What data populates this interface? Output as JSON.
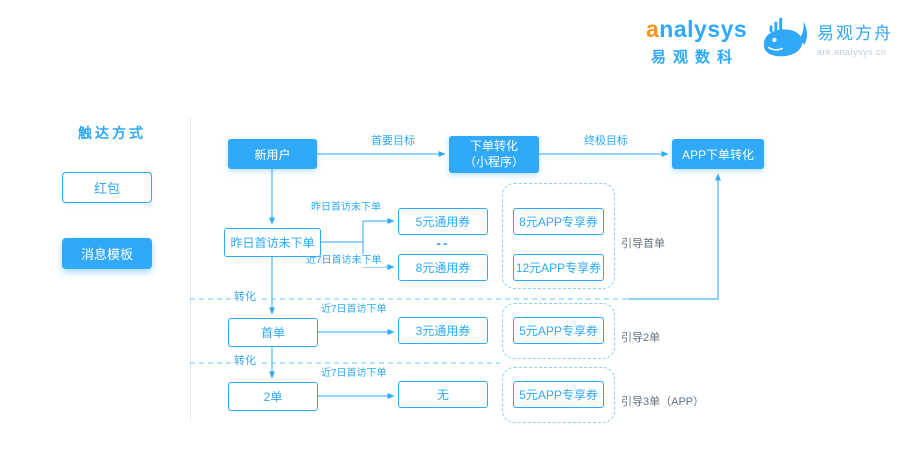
{
  "colors": {
    "accent_blue": "#2fa9f8",
    "dashed_light_blue": "#8ecff7",
    "logo_orange": "#f7941d",
    "guide_gray": "#64737f",
    "divider_gray": "#e3e6ea"
  },
  "header": {
    "analysys": {
      "accent_letter": "a",
      "rest": "nalysys",
      "subtitle": "易观数科"
    },
    "ark": {
      "title": "易观方舟",
      "subtitle": "ark.analysys.cn"
    }
  },
  "sidebar": {
    "title": "触达方式",
    "red_packet": "红包",
    "message_template": "消息模板"
  },
  "flow": {
    "new_user": "新用户",
    "order_conversion": [
      "下单转化",
      "（小程序）"
    ],
    "app_conversion": "APP下单转化",
    "labels": {
      "primary_goal": "首要目标",
      "ultimate_goal": "终极目标",
      "yesterday_no_order": "昨日首访未下单",
      "recent7_no_order": "近7日首访未下单",
      "conversion": "转化",
      "recent7_order": "近7日首访下单"
    },
    "rows": [
      {
        "stage": "昨日首访未下单",
        "coupons": [
          "5元通用券",
          "8元通用券"
        ],
        "dots": "--",
        "app_coupons": [
          "8元APP专享券",
          "12元APP专享券"
        ],
        "guide": "引导首单"
      },
      {
        "stage": "首单",
        "coupons": [
          "3元通用券"
        ],
        "app_coupons": [
          "5元APP专享券"
        ],
        "guide": "引导2单"
      },
      {
        "stage": "2单",
        "coupons": [
          "无"
        ],
        "app_coupons": [
          "5元APP专享券"
        ],
        "guide": "引导3单（APP）"
      }
    ]
  }
}
